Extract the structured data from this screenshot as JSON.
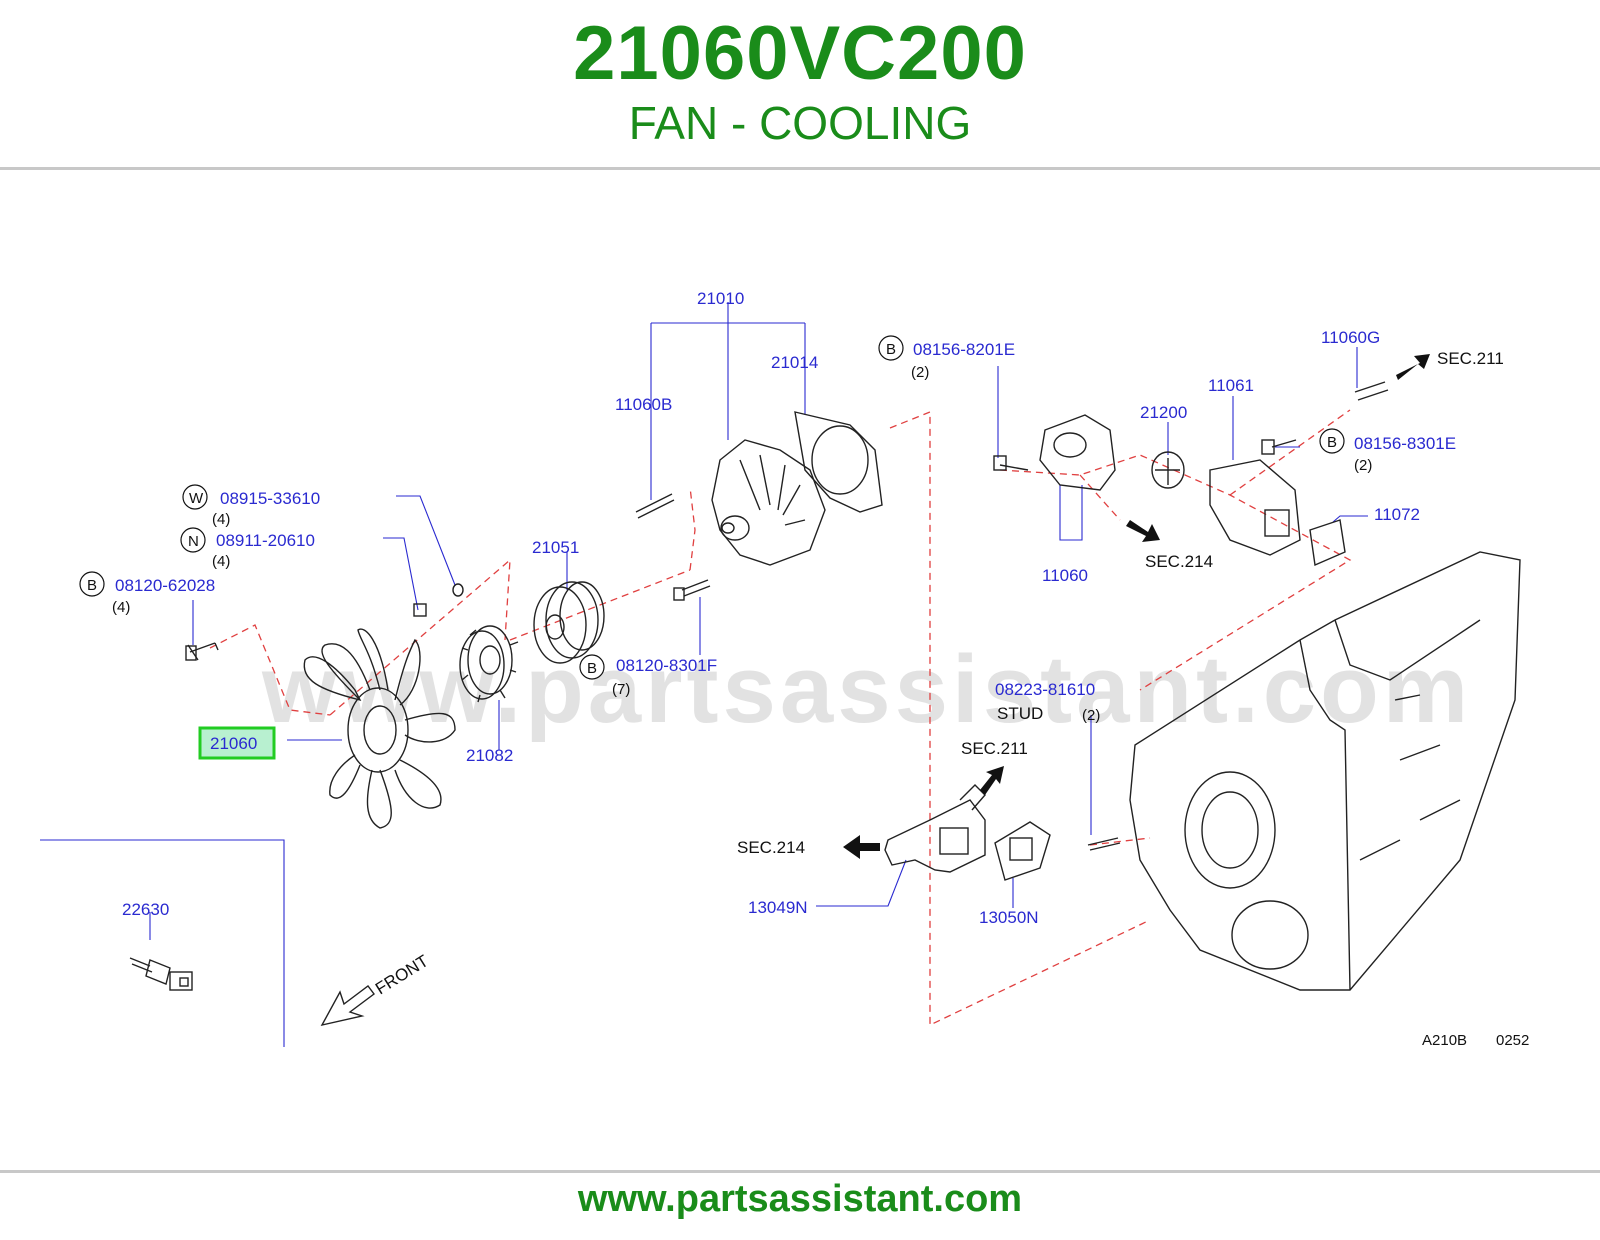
{
  "header": {
    "part_number": "21060VC200",
    "part_name": "FAN - COOLING"
  },
  "footer": {
    "url": "www.partsassistant.com"
  },
  "diagram": {
    "watermark": "www.partsassistant.com",
    "highlighted_part": "21060",
    "labels": {
      "p21010": "21010",
      "p21014": "21014",
      "p11060B": "11060B",
      "p21051": "21051",
      "p21082": "21082",
      "p21060": "21060",
      "p22630": "22630",
      "p08915": "08915-33610",
      "p08911": "08911-20610",
      "p08120_620": "08120-62028",
      "p08120_830": "08120-8301F",
      "p08156_8201": "08156-8201E",
      "p08156_8301": "08156-8301E",
      "p11060G": "11060G",
      "p11061": "11061",
      "p21200": "21200",
      "p11060": "11060",
      "p11072": "11072",
      "p08223": "08223-81610",
      "p13049N": "13049N",
      "p13050N": "13050N"
    },
    "quantities": {
      "q08915": "(4)",
      "q08911": "(4)",
      "q08120_620": "(4)",
      "q08120_830": "(7)",
      "q08156_8201": "(2)",
      "q08156_8301": "(2)",
      "q08223": "(2)"
    },
    "circle_letters": {
      "w": "W",
      "n": "N",
      "b": "B"
    },
    "notes": {
      "stud": "STUD",
      "sec211_a": "SEC.211",
      "sec211_b": "SEC.211",
      "sec214_a": "SEC.214",
      "sec214_b": "SEC.214",
      "front": "FRONT",
      "ref_code": "A210B",
      "ref_num": "0252"
    }
  }
}
